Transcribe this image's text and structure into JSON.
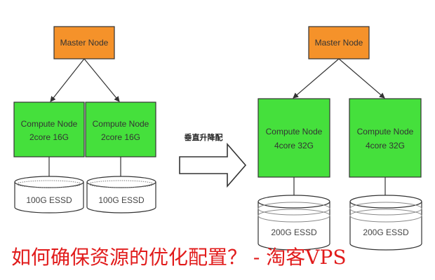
{
  "diagram": {
    "left": {
      "master": "Master Node",
      "compute": [
        {
          "name": "Compute Node",
          "spec": "2core 16G"
        },
        {
          "name": "Compute Node",
          "spec": "2core 16G"
        }
      ],
      "disks": [
        "100G ESSD",
        "100G ESSD"
      ]
    },
    "arrow_label": "垂直升降配",
    "right": {
      "master": "Master Node",
      "compute": [
        {
          "name": "Compute Node",
          "spec": "4core 32G"
        },
        {
          "name": "Compute Node",
          "spec": "4core 32G"
        }
      ],
      "disks": [
        "200G ESSD",
        "200G ESSD"
      ]
    }
  },
  "caption": "如何确保资源的优化配置？ - 淘客VPS",
  "colors": {
    "master_fill": "#f5922a",
    "compute_fill": "#45e03c",
    "caption": "#e11b1b",
    "stroke": "#333333"
  }
}
